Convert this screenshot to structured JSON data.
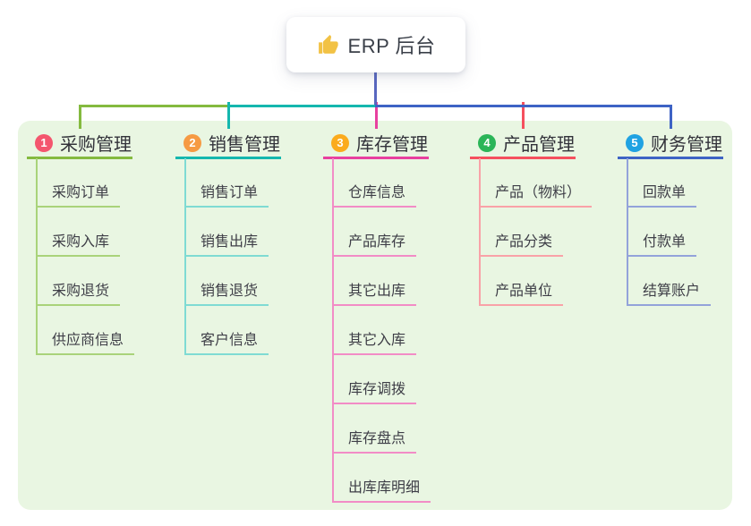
{
  "root": {
    "label": "ERP 后台",
    "icon": "thumbs-up-icon"
  },
  "colors": {
    "page_bg": "#ffffff",
    "panel_bg": "#e9f6e2",
    "root_card_bg": "#ffffff",
    "root_text": "#3a3f48",
    "header_text": "#32323a",
    "child_text": "#3e3e47",
    "root_connector": "#5867c0",
    "thumb_icon": "#f2c245"
  },
  "branches": [
    {
      "number": "1",
      "label": "采购管理",
      "badge_color": "#f4566e",
      "line_color": "#84ba3f",
      "child_line_color": "#a9d37a",
      "children": [
        "采购订单",
        "采购入库",
        "采购退货",
        "供应商信息"
      ]
    },
    {
      "number": "2",
      "label": "销售管理",
      "badge_color": "#f69a43",
      "line_color": "#14b7ae",
      "child_line_color": "#7fdbd3",
      "children": [
        "销售订单",
        "销售出库",
        "销售退货",
        "客户信息"
      ]
    },
    {
      "number": "3",
      "label": "库存管理",
      "badge_color": "#fbab1d",
      "line_color": "#e8409f",
      "child_line_color": "#f28cc6",
      "children": [
        "仓库信息",
        "产品库存",
        "其它出库",
        "其它入库",
        "库存调拨",
        "库存盘点",
        "出库库明细"
      ]
    },
    {
      "number": "4",
      "label": "产品管理",
      "badge_color": "#2bb558",
      "line_color": "#f5505e",
      "child_line_color": "#f9a2a8",
      "children": [
        "产品（物料）",
        "产品分类",
        "产品单位"
      ]
    },
    {
      "number": "5",
      "label": "财务管理",
      "badge_color": "#20a2e2",
      "line_color": "#3e63c5",
      "child_line_color": "#93a3da",
      "children": [
        "回款单",
        "付款单",
        "结算账户"
      ]
    }
  ]
}
